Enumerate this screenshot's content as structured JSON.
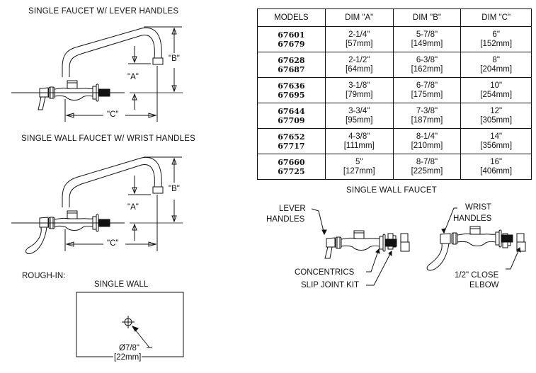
{
  "diagram1": {
    "title": "SINGLE FAUCET W/ LEVER HANDLES",
    "dim_a": "\"A\"",
    "dim_b": "\"B\"",
    "dim_c": "\"C\""
  },
  "diagram2": {
    "title": "SINGLE WALL FAUCET W/  WRIST HANDLES",
    "dim_a": "\"A\"",
    "dim_b": "\"B\"",
    "dim_c": "\"C\""
  },
  "rough_in": {
    "label": "ROUGH-IN:",
    "title": "SINGLE WALL",
    "hole_size": "Ø7/8\"",
    "hole_size_mm": "[22mm]"
  },
  "table": {
    "headers": [
      "MODELS",
      "DIM \"A\"",
      "DIM \"B\"",
      "DIM \"C\""
    ],
    "rows": [
      {
        "models": [
          "67601",
          "67679"
        ],
        "a": [
          "2-1/4\"",
          "[57mm]"
        ],
        "b": [
          "5-7/8\"",
          "[149mm]"
        ],
        "c": [
          "6\"",
          "[152mm]"
        ]
      },
      {
        "models": [
          "67628",
          "67687"
        ],
        "a": [
          "2-1/2\"",
          "[64mm]"
        ],
        "b": [
          "6-3/8\"",
          "[162mm]"
        ],
        "c": [
          "8\"",
          "[204mm]"
        ]
      },
      {
        "models": [
          "67636",
          "67695"
        ],
        "a": [
          "3-1/8\"",
          "[79mm]"
        ],
        "b": [
          "6-7/8\"",
          "[175mm]"
        ],
        "c": [
          "10\"",
          "[254mm]"
        ]
      },
      {
        "models": [
          "67644",
          "67709"
        ],
        "a": [
          "3-3/4\"",
          "[95mm]"
        ],
        "b": [
          "7-3/8\"",
          "[187mm]"
        ],
        "c": [
          "12\"",
          "[305mm]"
        ]
      },
      {
        "models": [
          "67652",
          "67717"
        ],
        "a": [
          "4-3/8\"",
          "[111mm]"
        ],
        "b": [
          "8-1/4\"",
          "[210mm]"
        ],
        "c": [
          "14\"",
          "[356mm]"
        ]
      },
      {
        "models": [
          "67660",
          "67725"
        ],
        "a": [
          "5\"",
          "[127mm]"
        ],
        "b": [
          "8-7/8\"",
          "[225mm]"
        ],
        "c": [
          "16\"",
          "[406mm]"
        ]
      }
    ]
  },
  "exploded": {
    "title": "SINGLE WALL FAUCET",
    "lever_label_1": "LEVER",
    "lever_label_2": "HANDLES",
    "concentrics": "CONCENTRICS",
    "slip_joint": "SLIP JOINT KIT",
    "wrist_label_1": "WRIST",
    "wrist_label_2": "HANDLES",
    "elbow_1": "1/2\" CLOSE",
    "elbow_2": "ELBOW"
  }
}
